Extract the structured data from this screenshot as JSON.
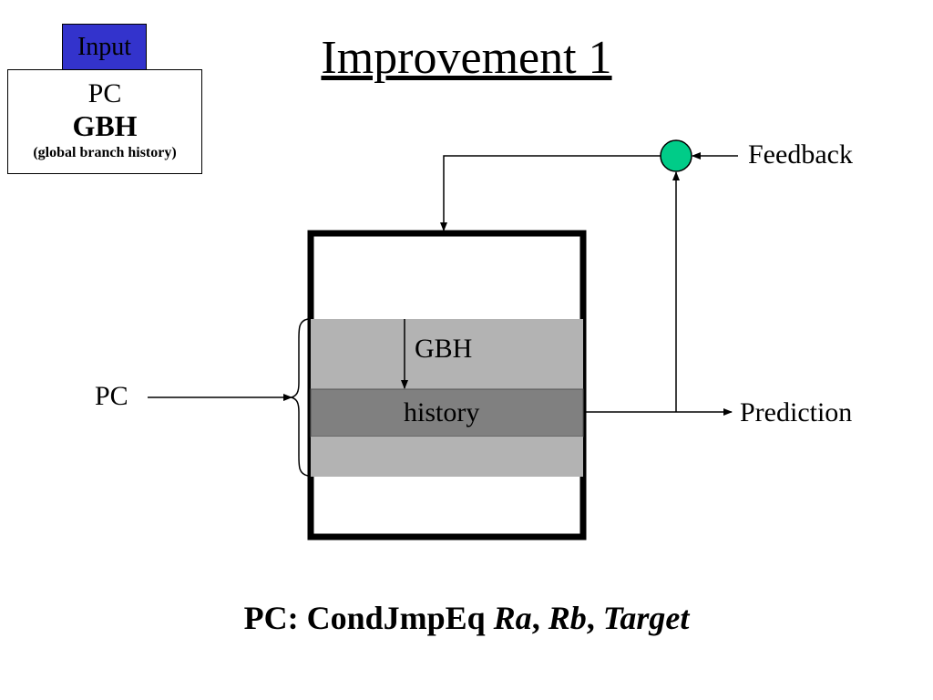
{
  "title": "Improvement 1",
  "input_box": {
    "tag": "Input",
    "line1": "PC",
    "line2": "GBH",
    "line3": "(global branch history)"
  },
  "diagram": {
    "gbh_label": "GBH",
    "history_label": "history",
    "pc_label": "PC",
    "feedback_label": "Feedback",
    "prediction_label": "Prediction"
  },
  "instruction": {
    "prefix": "PC: CondJmpEq ",
    "ra": "Ra",
    "sep1": ", ",
    "rb": "Rb",
    "sep2": ", ",
    "target": "Target"
  },
  "colors": {
    "input_tag": "#3333cc",
    "feedback_node": "#00cc88",
    "table_band_light": "#b3b3b3",
    "table_band_dark": "#808080"
  }
}
